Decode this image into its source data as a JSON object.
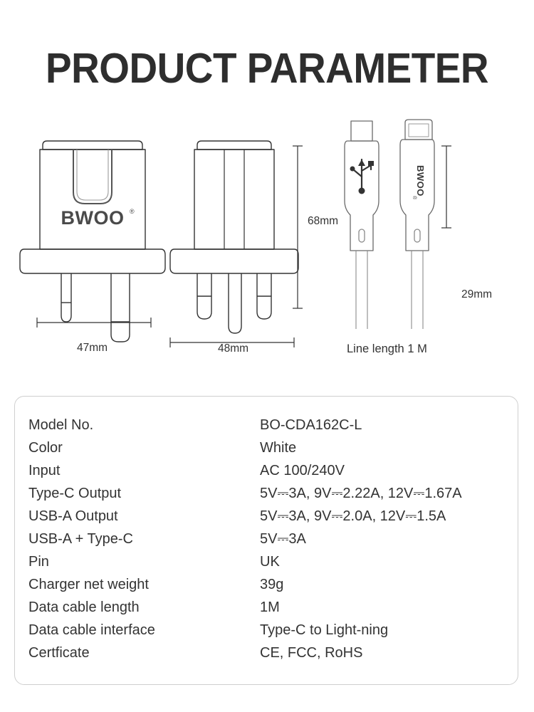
{
  "header": {
    "title": "PRODUCT PARAMETER"
  },
  "diagram": {
    "charger_front": {
      "name": "charger-front-view",
      "brand_logo": "BWOO",
      "registered_mark": "®",
      "width_label": "47mm"
    },
    "charger_side": {
      "name": "charger-pin-view",
      "width_label": "48mm",
      "height_label": "68mm"
    },
    "cable": {
      "name": "cable-connectors",
      "typec_connector_icon": "usb-trident-icon",
      "lightning_connector_brand": "BWOO",
      "lightning_registered_mark": "®",
      "height_label": "29mm",
      "caption": "Line length 1 M"
    }
  },
  "spec": {
    "rows": [
      {
        "key": "Model No.",
        "value": "BO-CDA162C-L"
      },
      {
        "key": "Color",
        "value": "White"
      },
      {
        "key": "Input",
        "value": "AC 100/240V"
      },
      {
        "key": "Type-C Output",
        "value": "5V⎓3A, 9V⎓2.22A, 12V⎓1.67A"
      },
      {
        "key": "USB-A Output",
        "value": "5V⎓3A, 9V⎓2.0A, 12V⎓1.5A"
      },
      {
        "key": "USB-A + Type-C",
        "value": "5V⎓3A"
      },
      {
        "key": "Pin",
        "value": "UK"
      },
      {
        "key": "Charger net weight",
        "value": "39g"
      },
      {
        "key": "Data cable length",
        "value": "1M"
      },
      {
        "key": "Data cable interface",
        "value": "Type-C to Light-ning"
      },
      {
        "key": "Certficate",
        "value": "CE, FCC, RoHS"
      }
    ]
  },
  "colors": {
    "text": "#333333",
    "title": "#2e2e2e",
    "line": "#4a4a4a",
    "light_line": "#9a9a9a",
    "card_border": "#cfcfcf"
  }
}
